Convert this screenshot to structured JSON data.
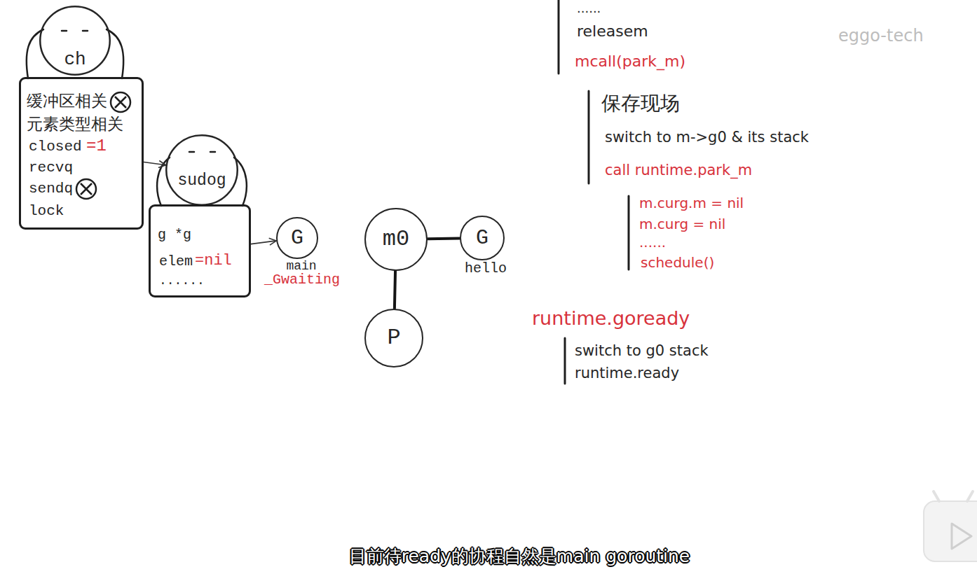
{
  "diagram": {
    "nodes": [
      {
        "text": [
          "ch"
        ]
      },
      {
        "text": [
          "缓冲区相关",
          "元素类型相关",
          "closed",
          "=1",
          "recvq",
          "sendq",
          "lock"
        ]
      },
      {
        "text": [
          "sudog"
        ]
      },
      {
        "text": [
          "g *g",
          "elem",
          "=nil",
          "......"
        ]
      },
      {
        "text": [
          "G",
          "main",
          "_Gwaiting"
        ]
      },
      {
        "text": [
          "m0"
        ]
      },
      {
        "text": [
          "G",
          "hello"
        ]
      },
      {
        "text": [
          "P"
        ]
      }
    ],
    "edges": [
      {
        "from": 1,
        "to": 2,
        "arrow": "to"
      },
      {
        "from": 3,
        "to": 4,
        "arrow": "to"
      },
      {
        "from": 5,
        "to": 6,
        "arrow": "none"
      },
      {
        "from": 5,
        "to": 7,
        "arrow": "none"
      }
    ],
    "labels": [
      "......",
      "releasem",
      "mcall(park_m)",
      "保存现场",
      "switch to m->g0 & its stack",
      "call runtime.park_m",
      "m.curg.m = nil",
      "m.curg = nil",
      "......",
      "schedule()",
      "runtime.goready",
      "switch to g0 stack",
      "runtime.ready",
      "eggo-tech",
      "目前待ready的协程自然是main goroutine"
    ]
  }
}
